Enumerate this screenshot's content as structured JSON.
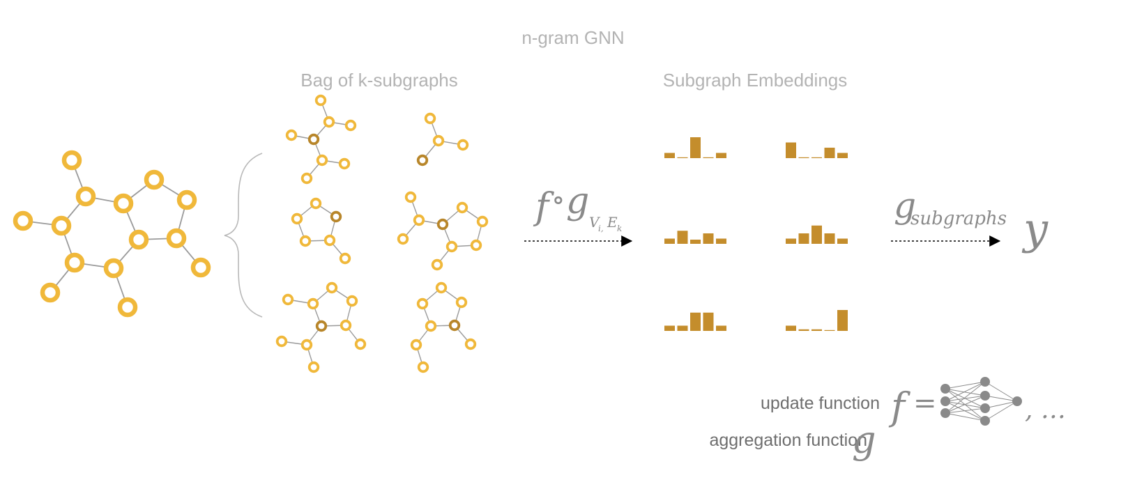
{
  "title": "n-gram GNN",
  "sections": {
    "bag": "Bag of k-subgraphs",
    "embeddings": "Subgraph Embeddings"
  },
  "ops": {
    "first": {
      "f": "f",
      "circ": "∘",
      "g": "g",
      "sub_v": "V",
      "sub_i": "i,",
      "sub_e": "E",
      "sub_k": "k"
    },
    "second": {
      "g": "g",
      "sub": "subgraphs"
    },
    "output": "y"
  },
  "legend": {
    "update_label": "update function",
    "update_symbol": "f",
    "equals": "=",
    "ellipsis": ", …",
    "aggregation_label": "aggregation function",
    "aggregation_symbol": "g"
  },
  "colors": {
    "node": "#f0b83a",
    "node_highlight": "#b8862a",
    "bar": "#c48d2c",
    "edge": "#9a9a9a",
    "heading": "#b3b3b3",
    "text": "#6e6e6e",
    "math": "#8a8a8a",
    "nn": "#8a8a8a"
  },
  "embeddings": [
    [
      1,
      0.1,
      4,
      0.1,
      1
    ],
    [
      3,
      0.1,
      0.1,
      2,
      1
    ],
    [
      1,
      2.5,
      0.8,
      2,
      1
    ],
    [
      1,
      2,
      3.5,
      2,
      1
    ],
    [
      1,
      1,
      3.5,
      3.5,
      1
    ],
    [
      1,
      0.3,
      0.3,
      0.1,
      4
    ]
  ]
}
